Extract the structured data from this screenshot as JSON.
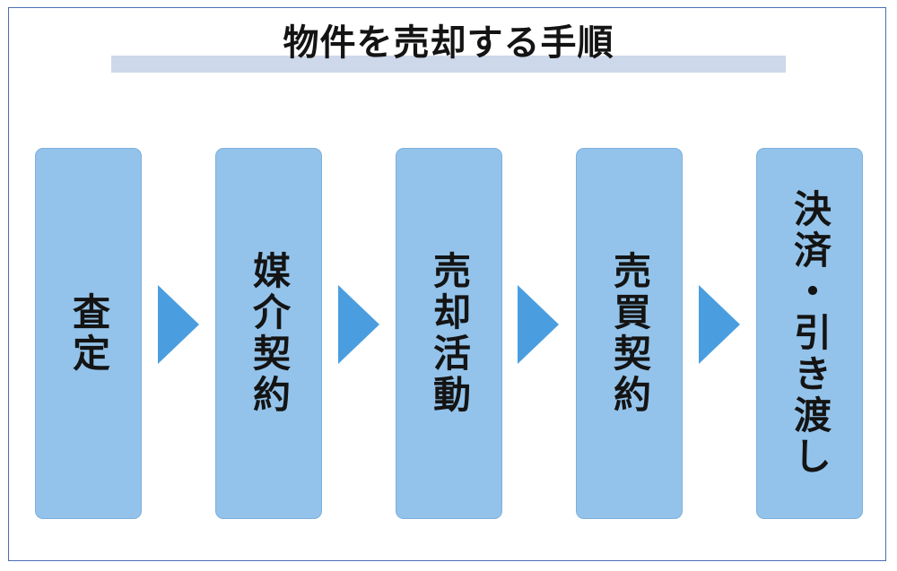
{
  "title": "物件を売却する手順",
  "steps": [
    {
      "label": "査定"
    },
    {
      "label": "媒介契約"
    },
    {
      "label": "売却活動"
    },
    {
      "label": "売買契約"
    },
    {
      "label": "決済・引き渡し"
    }
  ],
  "colors": {
    "step_fill": "#93c3ea",
    "arrow": "#4a9ee0",
    "title_bar": "#cdd8ea",
    "frame_border": "#4a6fb5"
  }
}
